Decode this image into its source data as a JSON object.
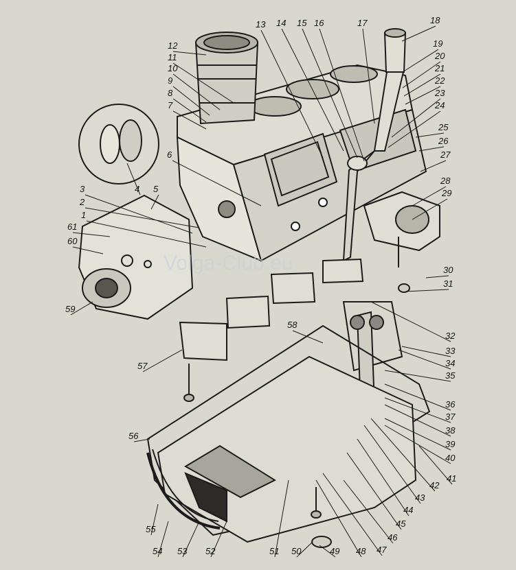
{
  "watermark": "Volga-Club.eu",
  "colors": {
    "paper": "#d9d8cf",
    "ink": "#1b1b1b"
  },
  "callout_labels": [
    "1",
    "2",
    "3",
    "4",
    "5",
    "6",
    "7",
    "8",
    "9",
    "10",
    "11",
    "12",
    "13",
    "14",
    "15",
    "16",
    "17",
    "18",
    "19",
    "20",
    "21",
    "22",
    "23",
    "24",
    "25",
    "26",
    "27",
    "28",
    "29",
    "30",
    "31",
    "32",
    "33",
    "34",
    "35",
    "36",
    "37",
    "38",
    "39",
    "40",
    "41",
    "42",
    "43",
    "44",
    "45",
    "46",
    "47",
    "48",
    "49",
    "50",
    "51",
    "52",
    "53",
    "54",
    "55",
    "56",
    "57",
    "58",
    "59",
    "60",
    "61"
  ]
}
